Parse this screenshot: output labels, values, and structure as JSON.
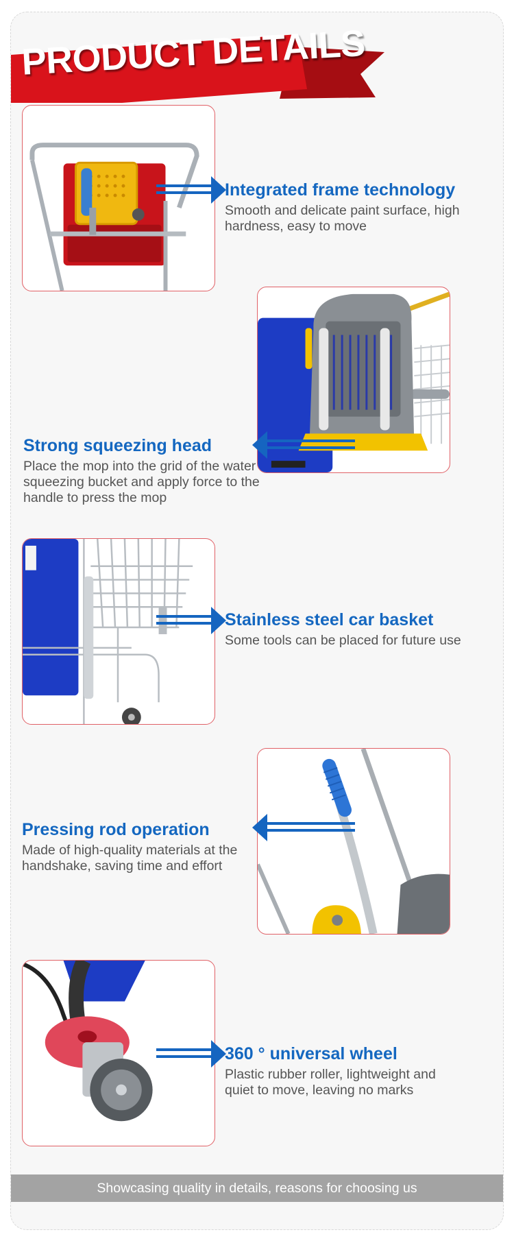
{
  "header": {
    "title": "PRODUCT DETAILS"
  },
  "features": [
    {
      "title": "Integrated frame technology",
      "description": "Smooth and delicate paint surface, high hardness, easy to move",
      "image": "frame-with-wringer-photo"
    },
    {
      "title": "Strong squeezing head",
      "description": "Place the mop into the grid of the water squeezing bucket and apply force to the handle to press the mop",
      "image": "squeezing-head-photo"
    },
    {
      "title": "Stainless steel car basket",
      "description": "Some tools can be placed for future use",
      "image": "wire-basket-photo"
    },
    {
      "title": "Pressing rod operation",
      "description": "Made of high-quality materials at the handshake, saving time and effort",
      "image": "pressing-rod-photo"
    },
    {
      "title": "360 ° universal wheel",
      "description": "Plastic rubber roller, lightweight and quiet to move, leaving no marks",
      "image": "caster-wheel-photo"
    }
  ],
  "footer": {
    "text": "Showcasing quality in details, reasons for choosing us"
  },
  "colors": {
    "banner_red": "#d9131b",
    "title_blue": "#1467c0",
    "arrow_blue": "#1565c0",
    "frame_red": "#e06066",
    "footer_gray": "#a3a3a3"
  },
  "icons": [
    "arrow-right-icon",
    "arrow-left-icon"
  ]
}
